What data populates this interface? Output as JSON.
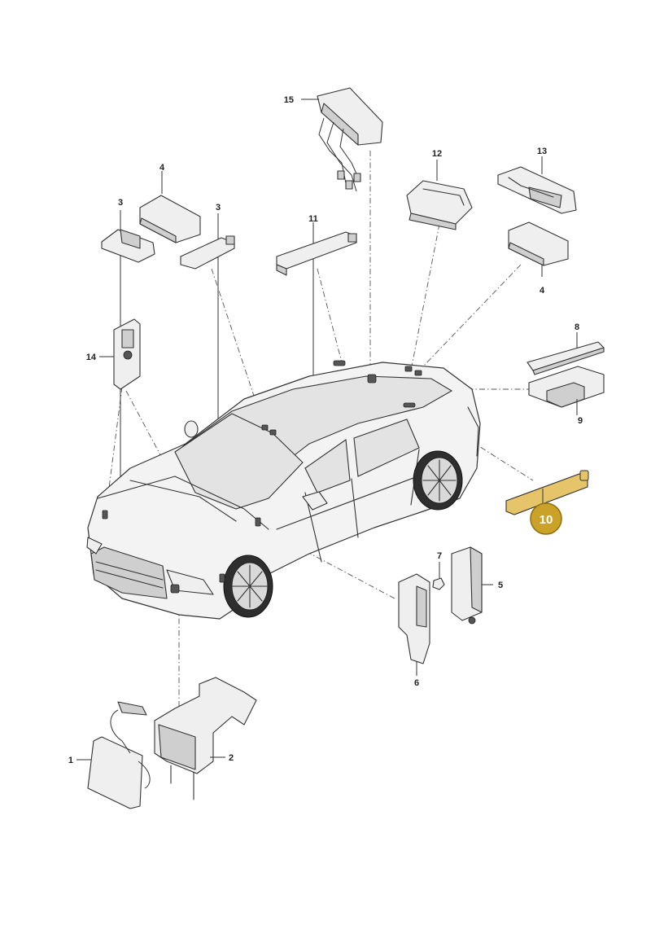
{
  "callouts": {
    "c1": "1",
    "c2": "2",
    "c3a": "3",
    "c3b": "3",
    "c4a": "4",
    "c4b": "4",
    "c5": "5",
    "c6": "6",
    "c7": "7",
    "c8": "8",
    "c9": "9",
    "c10": "10",
    "c11": "11",
    "c12": "12",
    "c13": "13",
    "c14": "14",
    "c15": "15"
  },
  "highlight": {
    "part_number": "10",
    "fill_color": "#c9a227",
    "stroke_color": "#8f6f10",
    "part_tint": "#e6c46a"
  },
  "colors": {
    "line": "#333333",
    "part_fill": "#efefef",
    "background": "#ffffff"
  }
}
